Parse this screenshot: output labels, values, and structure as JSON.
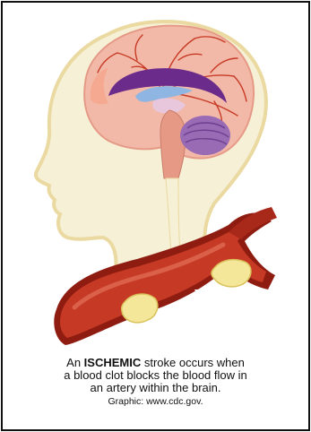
{
  "caption": {
    "pre": "An ",
    "emphasis": "ISCHEMIC",
    "line1_rest": " stroke occurs when",
    "line2": "a blood clot blocks the blood flow in",
    "line3": "an artery within the brain.",
    "credit": "Graphic: www.cdc.gov."
  },
  "colors": {
    "skin": "#f6f0d6",
    "outline": "#ead9a0",
    "brain": "#f3b9a8",
    "vessel": "#c63a25",
    "corpus": "#6a2b8a",
    "cerebellum": "#9a6bb5",
    "clot": "#f5e79a",
    "artery_wall": "#8e1c10"
  }
}
